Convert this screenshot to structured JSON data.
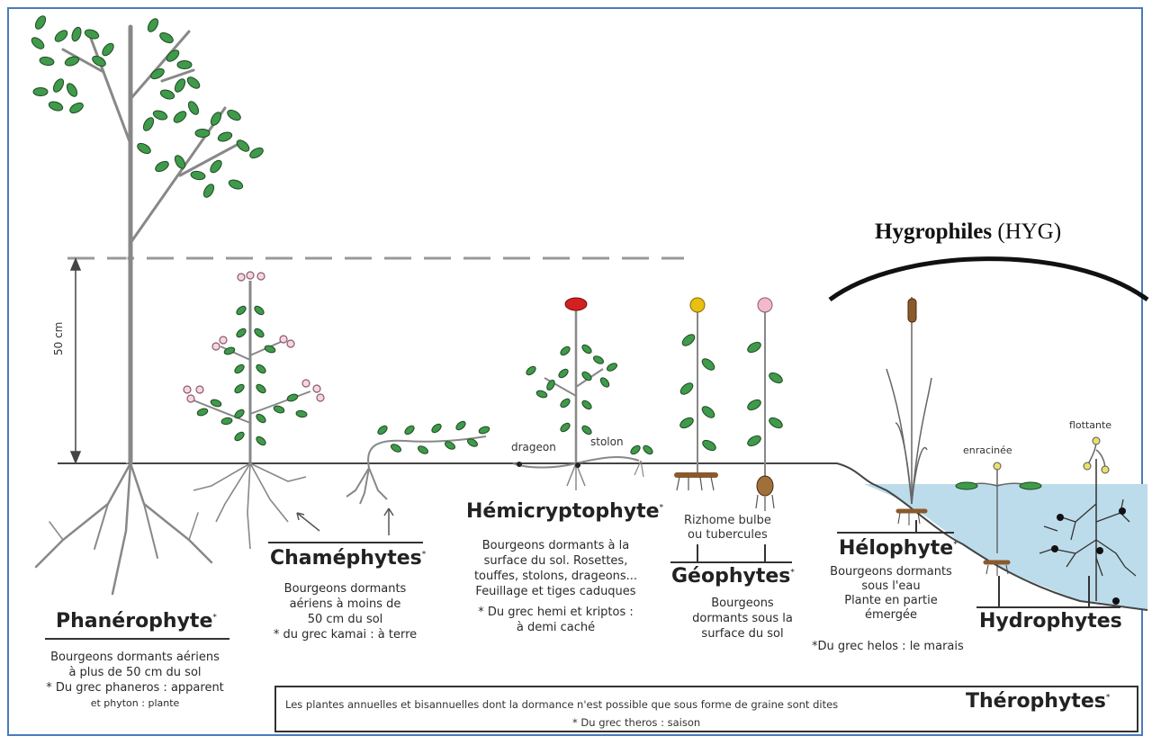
{
  "hygrophiles": {
    "title": "Hygrophiles",
    "abbr": "(HYG)"
  },
  "scale": {
    "height_label": "50 cm"
  },
  "phanerophyte": {
    "title": "Phanérophyte",
    "mark": "*",
    "desc": [
      "Bourgeons dormants aériens",
      "à plus de 50 cm du sol",
      "* Du grec phaneros : apparent",
      "et phyton : plante"
    ]
  },
  "chamephytes": {
    "title": "Chaméphytes",
    "mark": "*",
    "desc": [
      "Bourgeons dormants",
      "aériens à moins de",
      "50 cm du sol",
      "* du grec kamai : à terre"
    ]
  },
  "hemicryptophyte": {
    "title": "Hémicryptophyte",
    "mark": "*",
    "labels": {
      "drageon": "drageon",
      "stolon": "stolon"
    },
    "desc": [
      "Bourgeons dormants à la",
      "surface du sol. Rosettes,",
      "touffes, stolons, drageons...",
      "Feuillage et tiges caduques",
      "* Du grec hemi et kriptos :",
      "à demi caché"
    ]
  },
  "geophytes": {
    "title": "Géophytes",
    "mark": "*",
    "labels": {
      "rhizome": "Rizhome",
      "tuber": "ou tubercules",
      "bulb": "bulbe"
    },
    "desc": [
      "Bourgeons",
      "dormants sous la",
      "surface du sol"
    ]
  },
  "helophyte": {
    "title": "Hélophyte",
    "mark": "*",
    "desc": [
      "Bourgeons dormants",
      "sous l'eau",
      "Plante en partie",
      "émergée",
      "*Du grec helos : le marais"
    ]
  },
  "hydrophytes": {
    "title": "Hydrophytes",
    "labels": {
      "rooted": "enracinée",
      "floating": "flottante"
    }
  },
  "therophytes": {
    "text": "Les plantes annuelles et bisannuelles dont la dormance n'est possible que sous forme de graine sont dites",
    "title": "Thérophytes",
    "mark": "*",
    "note": "* Du grec theros : saison"
  },
  "colors": {
    "frame": "#4a7bbd",
    "leaf": "#3f9a4b",
    "stem": "#9a9a9a",
    "water": "#bcdceb",
    "flower_red": "#d42020",
    "flower_yellow": "#e8c010",
    "flower_pink": "#f2b8cc"
  }
}
